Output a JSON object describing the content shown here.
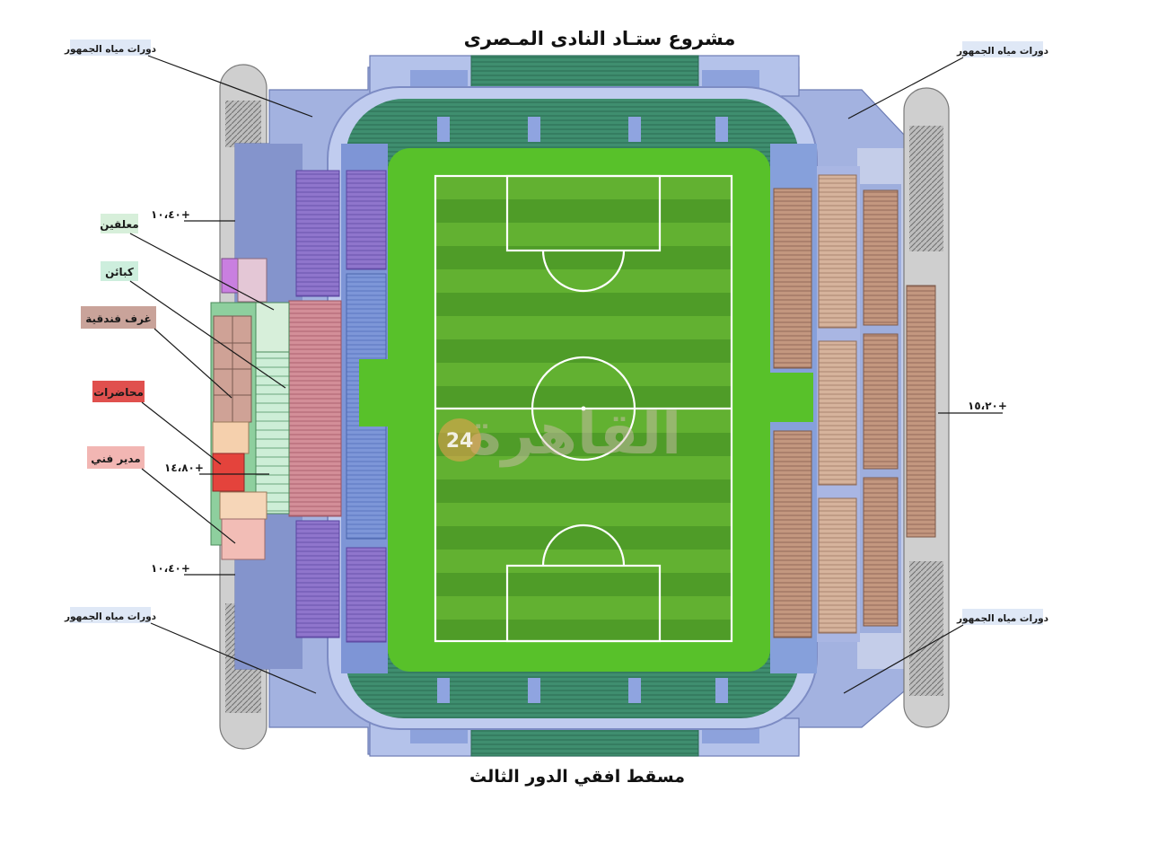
{
  "title": "مشروع ستـاد النادى المـصرى",
  "subtitle": "مسقط افقي الدور الثالث",
  "toilet_labels": {
    "top_left": "دورات مياه الجمهور",
    "top_right": "دورات مياه الجمهور",
    "bottom_left": "دورات مياه الجمهور",
    "bottom_right": "دورات مياه الجمهور"
  },
  "levels": {
    "left_top": "١٠،٤٠+",
    "left_middle": "١٤،٨٠+",
    "left_bottom": "١٠،٤٠+",
    "right": "١٥،٢٠+"
  },
  "legend": [
    {
      "label": "معلقين",
      "color": "#d7efda"
    },
    {
      "label": "كبائن",
      "color": "#cdeedd"
    },
    {
      "label": "غرف فندقية",
      "color": "#c9a39a"
    },
    {
      "label": "محاضرات",
      "color": "#e0504e"
    },
    {
      "label": "مدير فني",
      "color": "#f2b6b3"
    }
  ],
  "watermark": {
    "text": "القاهرة",
    "number": "24"
  },
  "colors": {
    "pitch": "#58c12a",
    "structure": "#a3b2e0",
    "seats_green": "#3d8c6e",
    "seats_purple": "#8f75cc",
    "seats_brown": "#c3977f"
  }
}
